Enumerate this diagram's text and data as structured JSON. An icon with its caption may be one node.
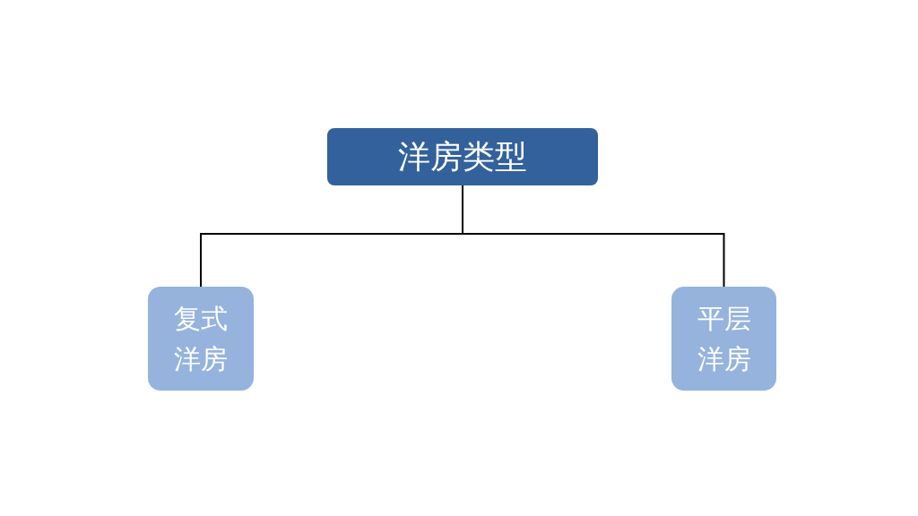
{
  "diagram": {
    "nodes": [
      {
        "text": [
          "洋房类型"
        ]
      },
      {
        "text": [
          "复式洋房"
        ]
      },
      {
        "text": [
          "平层洋房"
        ]
      }
    ],
    "edges": [
      {
        "from": 0,
        "to": 1,
        "arrow": "none"
      },
      {
        "from": 0,
        "to": 2,
        "arrow": "none"
      }
    ]
  }
}
